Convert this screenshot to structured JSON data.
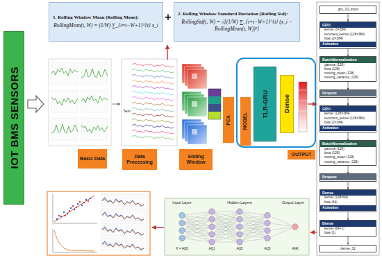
{
  "diagram": {
    "nodes": [
      {
        "text": [
          "1. Rolling Window Mean (Rolling Mean):",
          "RollingMean(t, W) = (1/W) ∑_{i=t−W+1}^{t} x_i"
        ]
      },
      {
        "text": [
          "2. Rolling Window Standard Deviation (Rolling Std):",
          "RollingStd(t, W) = √[(1/W) ∑_{i=t−W+1}^{t} (x_i − RollingMean(t, W))²]"
        ]
      },
      {
        "text": [
          "IOT BMS SENSORS"
        ]
      },
      {
        "text": [
          "Basic Data"
        ]
      },
      {
        "text": [
          "Data Processing"
        ]
      },
      {
        "text": [
          "Sliding Window"
        ]
      },
      {
        "text": [
          "PCA"
        ]
      },
      {
        "text": [
          "MODEL"
        ]
      },
      {
        "text": [
          "TLR-GRU"
        ]
      },
      {
        "text": [
          "Dense"
        ]
      },
      {
        "text": [
          "OUTPUT"
        ]
      },
      {
        "text": [
          "gru_10_input"
        ]
      },
      {
        "text": [
          "GRU",
          "kernel ⟨3×384⟩",
          "recurrent_kernel ⟨128×384⟩",
          "bias ⟨2×384⟩",
          "Activation"
        ]
      },
      {
        "text": [
          "BatchNormalization",
          "gamma ⟨128⟩",
          "beta ⟨128⟩",
          "moving_mean ⟨128⟩",
          "moving_variance ⟨128⟩"
        ]
      },
      {
        "text": [
          "Dropout"
        ]
      },
      {
        "text": [
          "GRU",
          "kernel ⟨128×384⟩",
          "recurrent_kernel ⟨128×384⟩",
          "bias ⟨2×384⟩",
          "Activation"
        ]
      },
      {
        "text": [
          "BatchNormalization",
          "gamma ⟨128⟩",
          "beta ⟨128⟩",
          "moving_mean ⟨128⟩",
          "moving_variance ⟨128⟩"
        ]
      },
      {
        "text": [
          "Dropout"
        ]
      },
      {
        "text": [
          "Dense",
          "kernel ⟨128×64⟩",
          "bias ⟨64⟩",
          "Activation"
        ]
      },
      {
        "text": [
          "Dense",
          "kernel ⟨64×1⟩",
          "bias ⟨1⟩"
        ]
      },
      {
        "text": [
          "dense_11"
        ]
      }
    ],
    "edges": [
      {
        "from": 11,
        "to": 12,
        "arrow": "to"
      },
      {
        "from": 12,
        "to": 13,
        "arrow": "to"
      },
      {
        "from": 13,
        "to": 14,
        "arrow": "to"
      },
      {
        "from": 14,
        "to": 15,
        "arrow": "to"
      },
      {
        "from": 15,
        "to": 16,
        "arrow": "to"
      },
      {
        "from": 16,
        "to": 17,
        "arrow": "to"
      },
      {
        "from": 17,
        "to": 18,
        "arrow": "to"
      },
      {
        "from": 18,
        "to": 19,
        "arrow": "to"
      },
      {
        "from": 19,
        "to": 20,
        "arrow": "to"
      }
    ],
    "labels": [
      "+",
      "Text",
      "Input Layer",
      "Hidden Layers",
      "Output Layer",
      "X = A[0]",
      "A[1]",
      "A[2]",
      "A[3]",
      "A[4]"
    ]
  }
}
